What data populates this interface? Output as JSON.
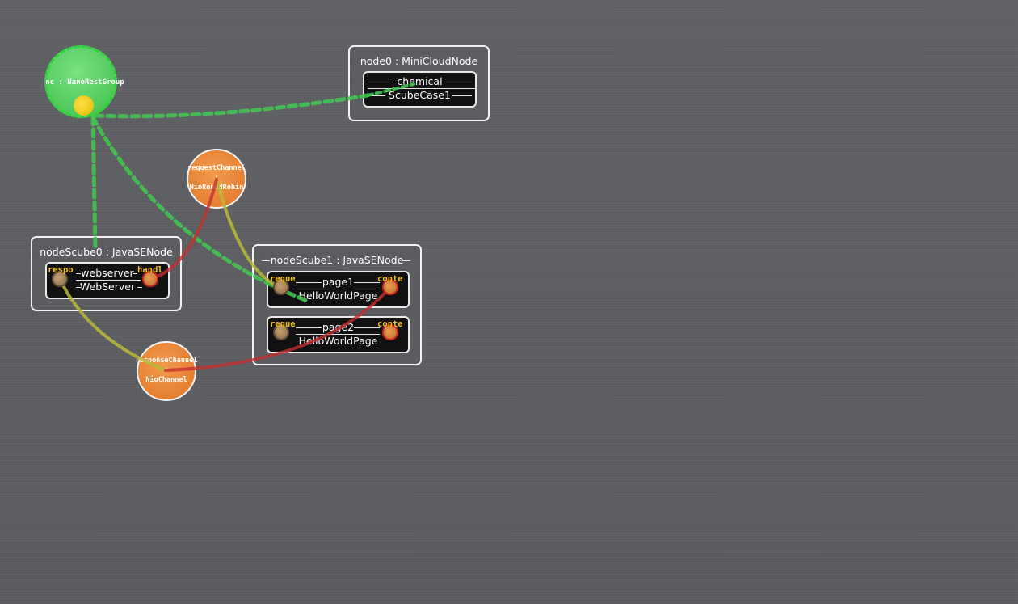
{
  "group": {
    "label": "nc : NanoRestGroup",
    "color": "#3cc24a"
  },
  "nodes": {
    "node0": {
      "title": "node0 : MiniCloudNode",
      "component": {
        "name": "chemical",
        "type": "ScubeCase1"
      }
    },
    "nodeScube0": {
      "title": "nodeScube0 : JavaSENode",
      "component": {
        "name": "webserver",
        "type": "WebServer",
        "port_left": "respo",
        "port_right": "handl"
      }
    },
    "nodeScube1": {
      "title": "nodeScube1 : JavaSENode",
      "components": [
        {
          "name": "page1",
          "type": "HelloWorldPage",
          "port_left": "reque",
          "port_right": "conte"
        },
        {
          "name": "page2",
          "type": "HelloWorldPage",
          "port_left": "reque",
          "port_right": "conte"
        }
      ]
    }
  },
  "channels": {
    "request": {
      "name": "requestChannel",
      "sep": ":",
      "type": "NioRoundRobin"
    },
    "response": {
      "name": "responseChannel",
      "sep": ":",
      "type": "NioChannel"
    }
  },
  "colors": {
    "group_link": "#43c350",
    "provided_binding": "#b8b83a",
    "required_binding": "#c23030",
    "channel": "#e57a2c",
    "port_label": "#f4c21b"
  }
}
